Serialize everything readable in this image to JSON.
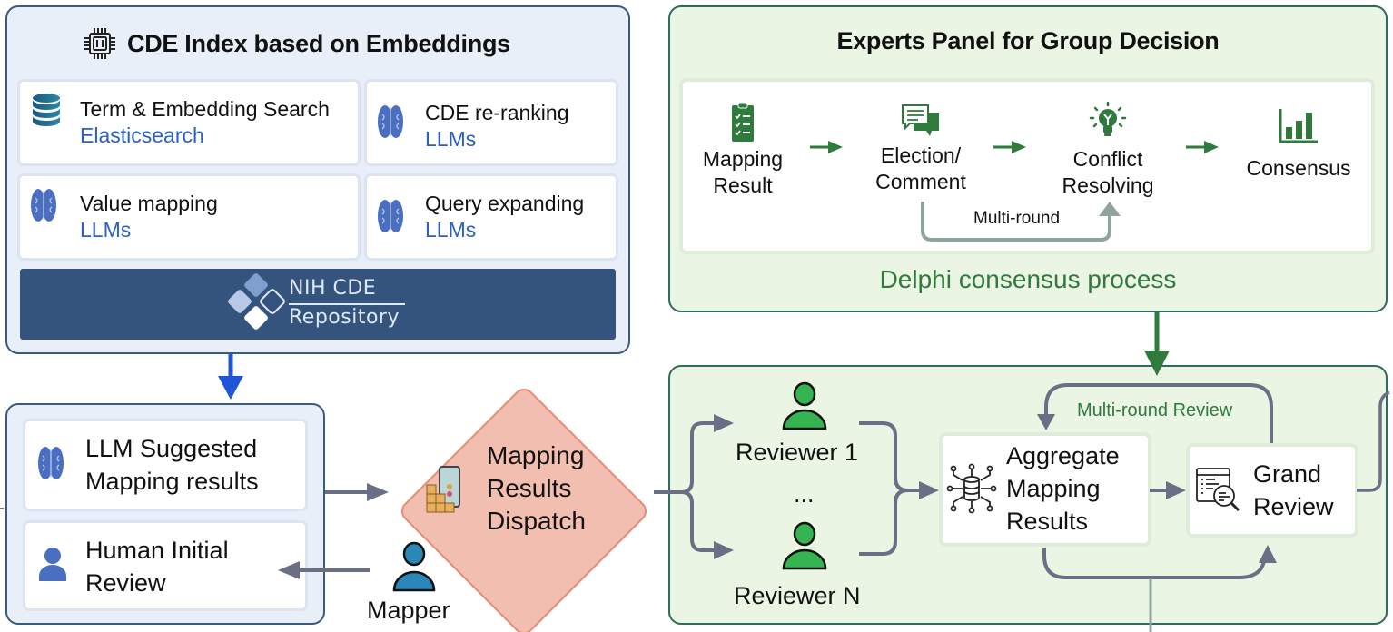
{
  "cde_index": {
    "title": "CDE Index based on Embeddings",
    "cards": [
      {
        "label": "Term & Embedding Search",
        "tech": "Elasticsearch",
        "icon": "database-icon"
      },
      {
        "label": "CDE re-ranking",
        "tech": "LLMs",
        "icon": "brain-icon"
      },
      {
        "label": "Value mapping",
        "tech": "LLMs",
        "icon": "brain-icon"
      },
      {
        "label": "Query expanding",
        "tech": "LLMs",
        "icon": "brain-icon"
      }
    ],
    "repository": {
      "line1": "NIH CDE",
      "line2": "Repository"
    }
  },
  "experts_panel": {
    "title": "Experts Panel for Group Decision",
    "steps": [
      {
        "label_line1": "Mapping",
        "label_line2": "Result",
        "icon": "clipboard-checklist-icon"
      },
      {
        "label_line1": "Election/",
        "label_line2": "Comment",
        "icon": "chat-bubbles-icon"
      },
      {
        "label_line1": "Conflict",
        "label_line2": "Resolving",
        "icon": "lightbulb-icon"
      },
      {
        "label_line1": "Consensus",
        "label_line2": "",
        "icon": "bar-chart-icon"
      }
    ],
    "loop_label": "Multi-round",
    "caption": "Delphi consensus process"
  },
  "initial_review": {
    "llm_suggested": {
      "line1": "LLM Suggested",
      "line2": "Mapping results"
    },
    "human_review": {
      "line1": "Human Initial",
      "line2": "Review"
    }
  },
  "dispatch": {
    "line1": "Mapping",
    "line2": "Results",
    "line3": "Dispatch"
  },
  "mapper": {
    "label": "Mapper"
  },
  "review_panel": {
    "reviewer_first": "Reviewer 1",
    "ellipsis": "...",
    "reviewer_last": "Reviewer N",
    "aggregate": {
      "line1": "Aggregate",
      "line2": "Mapping",
      "line3": "Results"
    },
    "grand_review": {
      "line1": "Grand",
      "line2": "Review"
    },
    "loop_label": "Multi-round Review"
  },
  "colors": {
    "blue_accent": "#2a5fc4",
    "green_accent": "#2f7a3c",
    "arrow_gray": "#6b6f85",
    "dispatch_fill": "#f2beb0"
  }
}
